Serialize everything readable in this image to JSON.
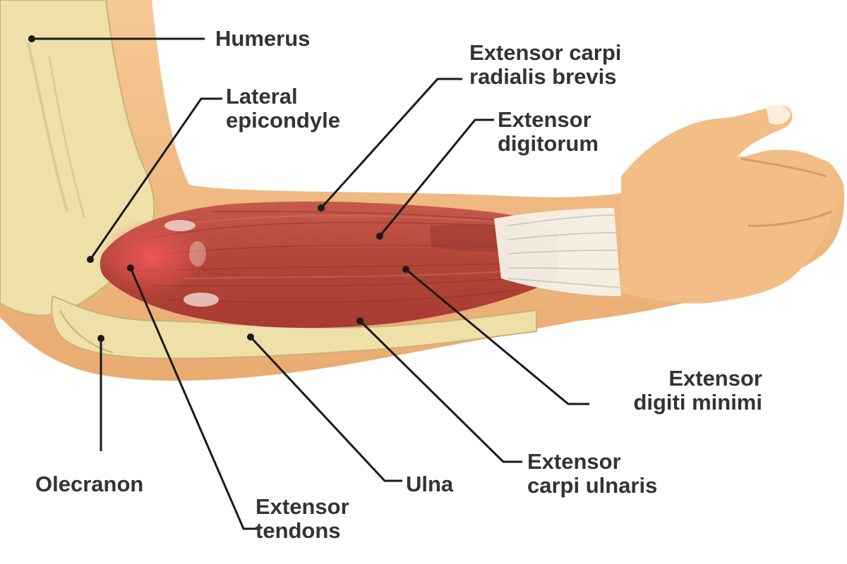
{
  "colors": {
    "skin": "#f3c08a",
    "skin_shadow": "#e2a56b",
    "bone": "#efe2a7",
    "muscle": "#b84a3e",
    "muscle_highlight": "#e0524f",
    "tendon": "#f2efe6",
    "leader_line": "#1a1a1a",
    "label_text": "#333333"
  },
  "labels": {
    "humerus": "Humerus",
    "lateral_epicondyle": [
      "Lateral",
      "epicondyle"
    ],
    "ecrb": [
      "Extensor carpi",
      "radialis brevis"
    ],
    "extensor_digitorum": [
      "Extensor",
      "digitorum"
    ],
    "extensor_digiti_minimi": [
      "Extensor",
      "digiti minimi"
    ],
    "olecranon": "Olecranon",
    "extensor_tendons": [
      "Extensor",
      "tendons"
    ],
    "ulna": "Ulna",
    "ecu": [
      "Extensor",
      "carpi ulnaris"
    ]
  }
}
